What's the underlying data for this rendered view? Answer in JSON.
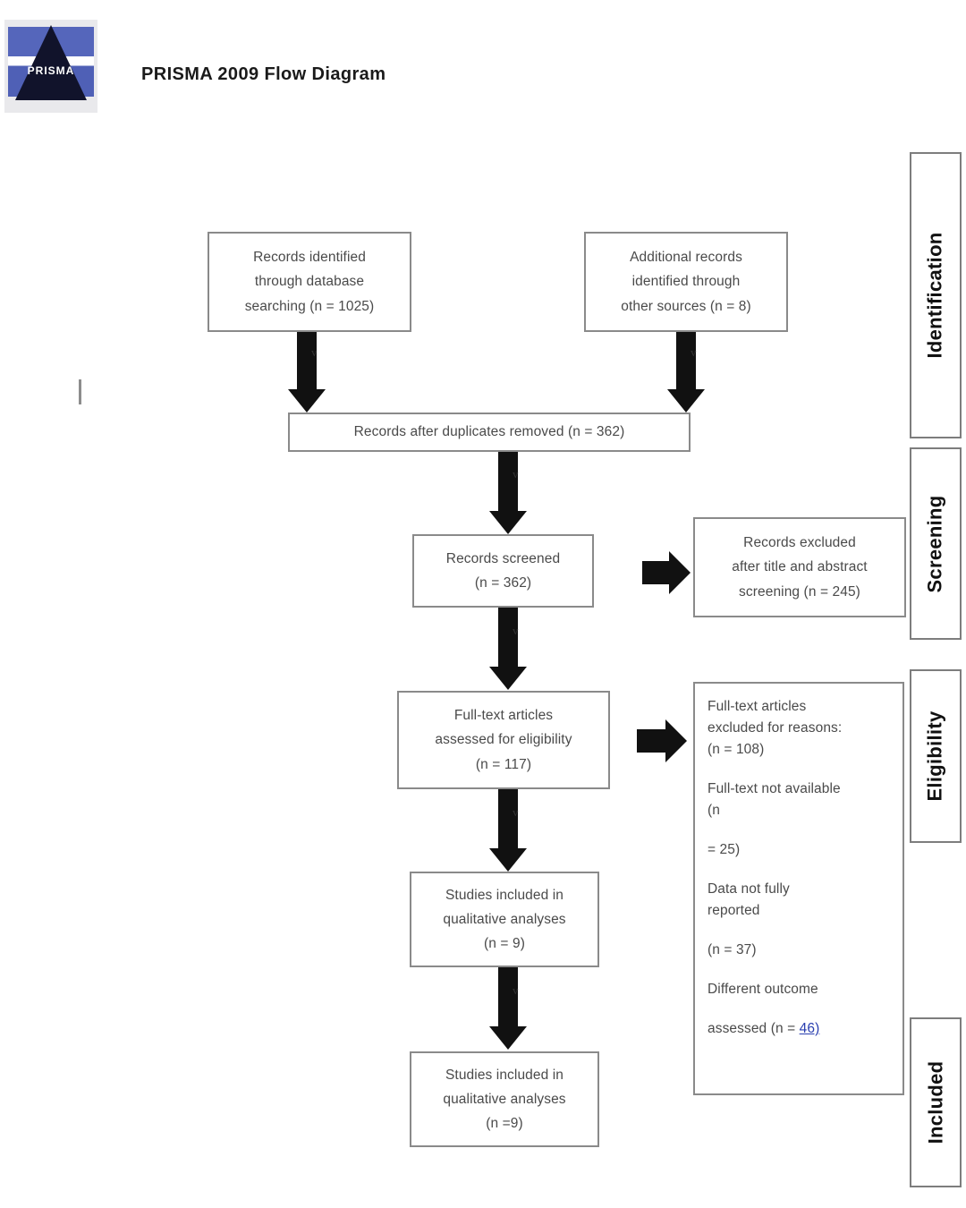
{
  "header": {
    "title": "PRISMA 2009 Flow Diagram",
    "logo_wordmark": "PRISMA",
    "logo_icon": "prisma-pyramid-logo"
  },
  "stages": [
    {
      "id": "identification",
      "label": "Identification"
    },
    {
      "id": "screening",
      "label": "Screening"
    },
    {
      "id": "eligibility",
      "label": "Eligibility"
    },
    {
      "id": "included",
      "label": "Included"
    }
  ],
  "boxes": {
    "database_records": {
      "line1": "Records identified",
      "line2": "through database",
      "line3": "searching (n = 1025)",
      "n": 1025
    },
    "additional_records": {
      "line1": "Additional records",
      "line2": "identified through",
      "line3": "other sources (n = 8)",
      "n": 8
    },
    "duplicates_removed": {
      "line1": "Records after duplicates removed (n = 362)",
      "n": 362
    },
    "records_screened": {
      "line1": "Records screened",
      "line2": "(n = 362)",
      "n": 362
    },
    "records_excluded": {
      "line1": "Records excluded",
      "line2": "after title and abstract",
      "line3": "screening (n = 245)",
      "n": 245
    },
    "fulltext_assessed": {
      "line1": "Full-text articles",
      "line2": "assessed for eligibility",
      "line3": "(n = 117)",
      "n": 117
    },
    "fulltext_excluded": {
      "line1": "Full-text articles",
      "line2": "excluded for reasons:",
      "line3": "(n = 108)",
      "n": 108,
      "reason1_a": "Full-text not available",
      "reason1_b": "(n",
      "reason1_c": "= 25)",
      "reason2_a": "Data not fully",
      "reason2_b": "reported",
      "reason2_c": "(n = 37)",
      "reason3_a": "Different outcome",
      "reason3_b": "assessed (n = ",
      "reason3_c": "46)"
    },
    "qualitative_1": {
      "line1": "Studies included in",
      "line2": "qualitative analyses",
      "line3": "(n = 9)",
      "n": 9
    },
    "qualitative_2": {
      "line1": "Studies included in",
      "line2": "qualitative analyses",
      "line3": "(n =9)",
      "n": 9
    }
  },
  "arrow_carets": {
    "glyph": "v"
  },
  "colors": {
    "box_border": "#8a8a8a",
    "stage_border": "#7d7d7d",
    "arrow": "#111111",
    "text": "#4a4a4a",
    "underline_accent": "#2a3fb0",
    "logo_blue": "#5566bb"
  }
}
